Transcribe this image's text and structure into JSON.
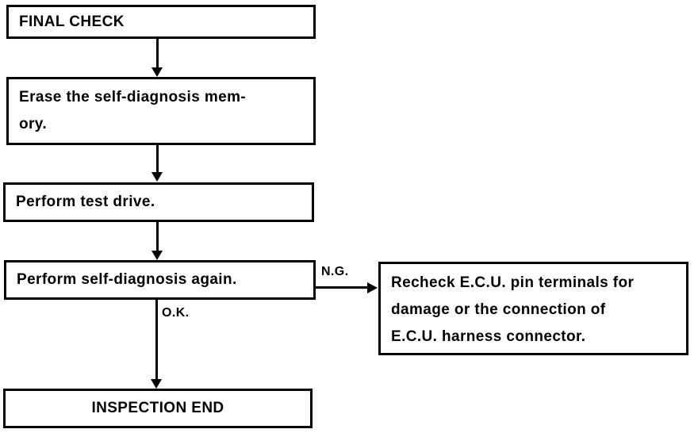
{
  "diagram": {
    "title": "Final check flowchart",
    "colors": {
      "line": "#000000",
      "background": "#ffffff"
    },
    "boxes": {
      "final_check": "FINAL CHECK",
      "erase_memory": "Erase the self-diagnosis mem-\nory.",
      "test_drive": "Perform test drive.",
      "self_diagnosis": "Perform self-diagnosis again.",
      "recheck_ecu": "Recheck E.C.U. pin terminals for\ndamage or the connection of\nE.C.U. harness connector.",
      "inspection_end": "INSPECTION END"
    },
    "labels": {
      "ng": "N.G.",
      "ok": "O.K."
    }
  }
}
